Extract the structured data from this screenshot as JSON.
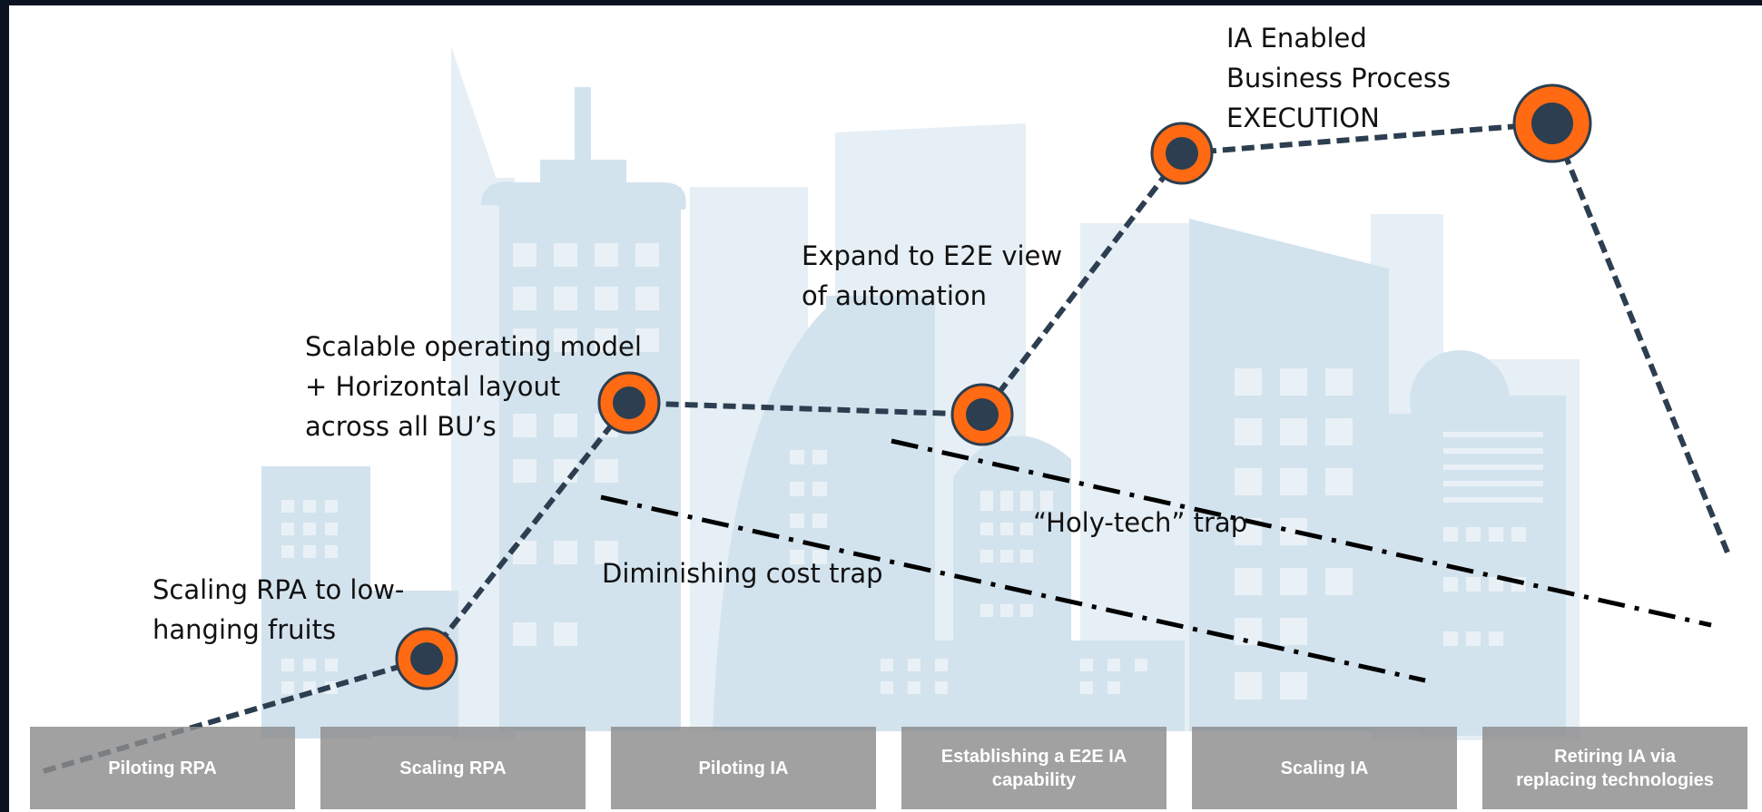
{
  "labels": {
    "scaling_rpa": "Scaling RPA to low-\nhanging fruits",
    "scalable_model": "Scalable operating model\n+ Horizontal layout\nacross all BU’s",
    "expand_e2e": "Expand to E2E view\nof automation",
    "ia_enabled": "IA Enabled\nBusiness Process\nEXECUTION",
    "diminishing_trap": "Diminishing cost trap",
    "holy_tech_trap": "“Holy-tech” trap"
  },
  "stages": [
    "Piloting RPA",
    "Scaling RPA",
    "Piloting IA",
    "Establishing a E2E IA\ncapability",
    "Scaling IA",
    "Retiring IA via\nreplacing technologies"
  ],
  "colors": {
    "marker_ring": "#ff6a13",
    "marker_core": "#2c3e50",
    "path": "#2c3e50",
    "trap_line": "#000000",
    "skyline": "#d3e3ee"
  }
}
